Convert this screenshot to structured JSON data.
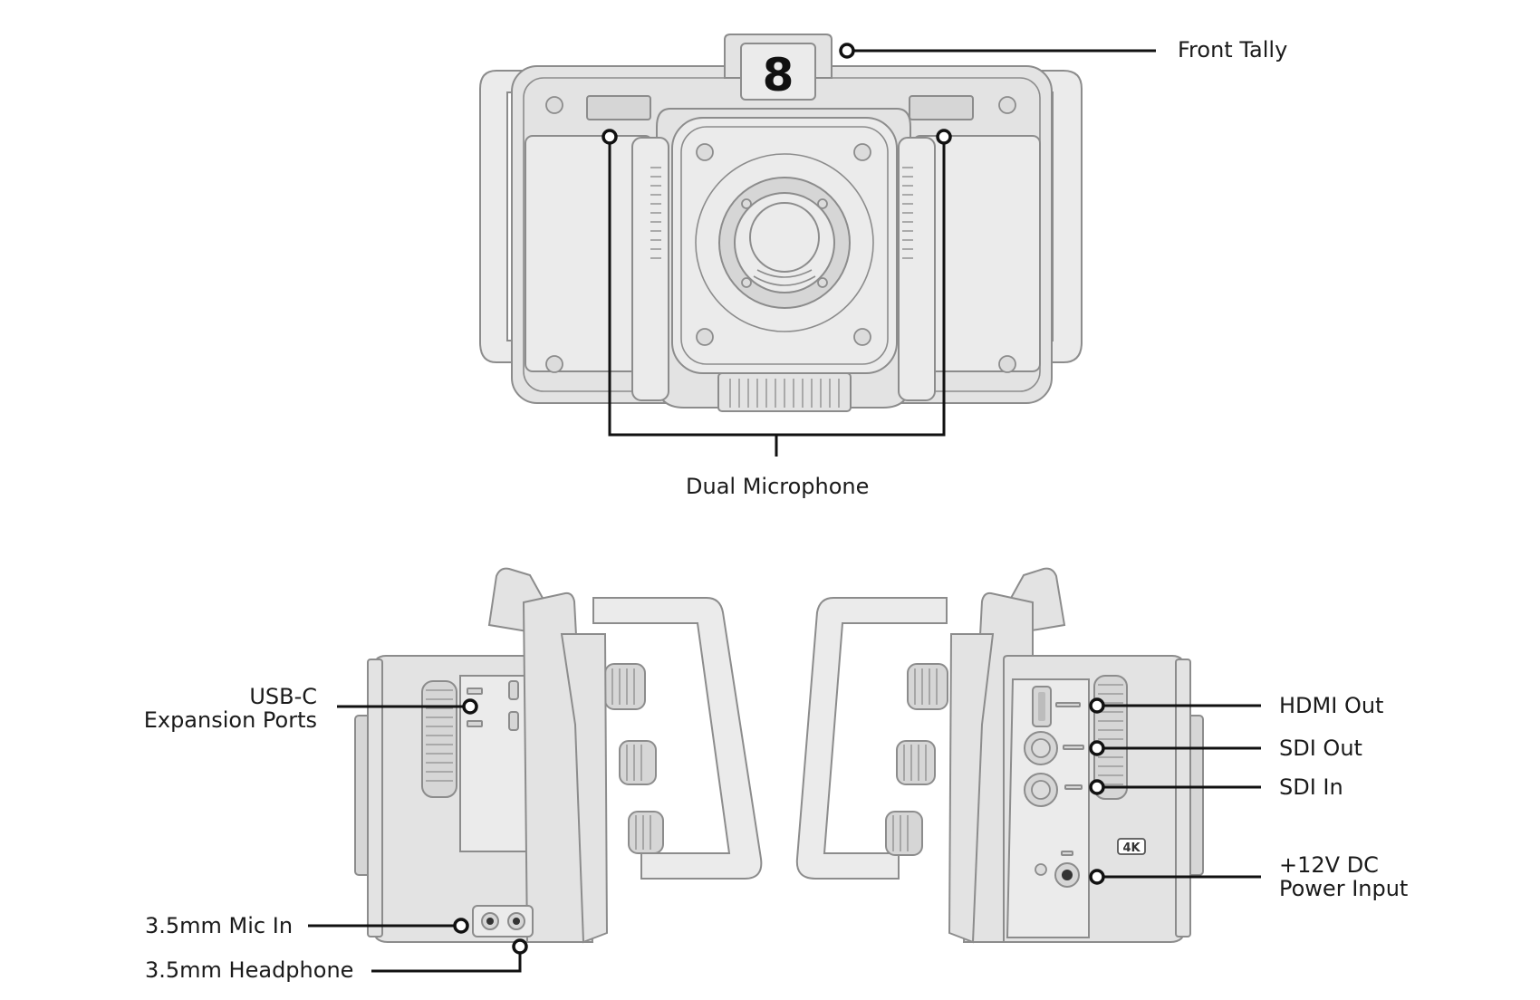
{
  "figure": {
    "tally_number": "8",
    "badge_4k": "4K"
  },
  "labels": {
    "front_tally": "Front Tally",
    "dual_microphone": "Dual Microphone",
    "usb_c_line1": "USB-C",
    "usb_c_line2": "Expansion Ports",
    "mic_in": "3.5mm Mic In",
    "headphone": "3.5mm Headphone",
    "hdmi_out": "HDMI Out",
    "sdi_out": "SDI Out",
    "sdi_in": "SDI In",
    "power_line1": "+12V DC",
    "power_line2": "Power Input"
  },
  "colors": {
    "body": "#e3e3e3",
    "outline": "#8c8c8c",
    "leader": "#111111"
  }
}
